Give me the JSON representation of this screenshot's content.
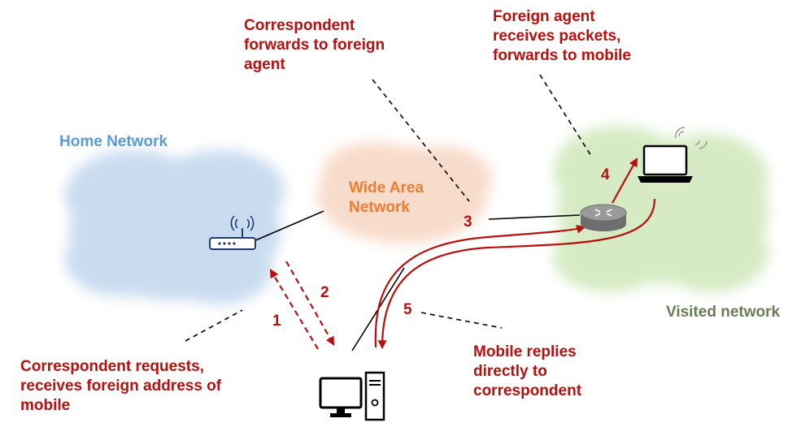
{
  "networks": {
    "home": "Home Network",
    "wan": "Wide Area\nNetwork",
    "visited": "Visited network"
  },
  "labels": {
    "correspondent_forwards": "Correspondent\nforwards to foreign\nagent",
    "foreign_agent": "Foreign agent\nreceives packets,\nforwards to mobile",
    "correspondent_requests": "Correspondent requests,\nreceives foreign address of\nmobile",
    "mobile_replies": "Mobile replies\ndirectly to\ncorrespondent"
  },
  "steps": [
    "1",
    "2",
    "3",
    "4",
    "5"
  ],
  "colors": {
    "home_cloud": "#c9dcef",
    "wan_cloud": "#f8dccb",
    "visited_cloud": "#d6ebc3",
    "home_text": "#5b9bd5",
    "wan_text": "#ed7d31",
    "visited_text": "#6a7d59",
    "accent": "#b80f0f"
  },
  "icons": [
    "router-icon",
    "wifi-router-icon",
    "laptop-icon",
    "desktop-computer-icon"
  ]
}
